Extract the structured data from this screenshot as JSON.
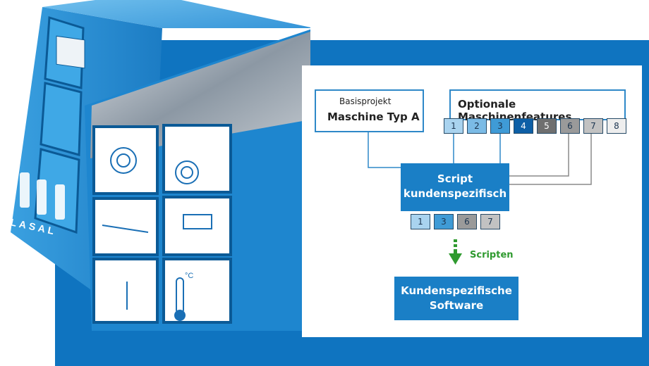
{
  "diagram": {
    "base_project": {
      "label": "Basisprojekt",
      "name": "Maschine Typ A"
    },
    "optional_features": {
      "title": "Optionale Maschinenfeatures",
      "cells": [
        {
          "label": "1",
          "color": "#a9d3ef"
        },
        {
          "label": "2",
          "color": "#7bbbe6"
        },
        {
          "label": "3",
          "color": "#3f9bd6"
        },
        {
          "label": "4",
          "color": "#0d5fa6"
        },
        {
          "label": "5",
          "color": "#6f6f6f"
        },
        {
          "label": "6",
          "color": "#9a9a9a"
        },
        {
          "label": "7",
          "color": "#c2c2c2"
        },
        {
          "label": "8",
          "color": "#eeeeee"
        }
      ]
    },
    "script": {
      "line1": "Script",
      "line2": "kundenspezifisch",
      "cells": [
        {
          "label": "1",
          "color": "#a9d3ef"
        },
        {
          "label": "3",
          "color": "#3f9bd6"
        },
        {
          "label": "6",
          "color": "#9a9a9a"
        },
        {
          "label": "7",
          "color": "#c2c2c2"
        }
      ]
    },
    "arrow_label": "Scripten",
    "output": {
      "line1": "Kundenspezifische",
      "line2": "Software"
    }
  },
  "cube": {
    "logo_text": "LASAL",
    "thermo_unit": "°C"
  },
  "colors": {
    "brand_blue": "#0f74c0",
    "box_blue": "#1a7fc6",
    "arrow_green": "#2f9a2f"
  }
}
